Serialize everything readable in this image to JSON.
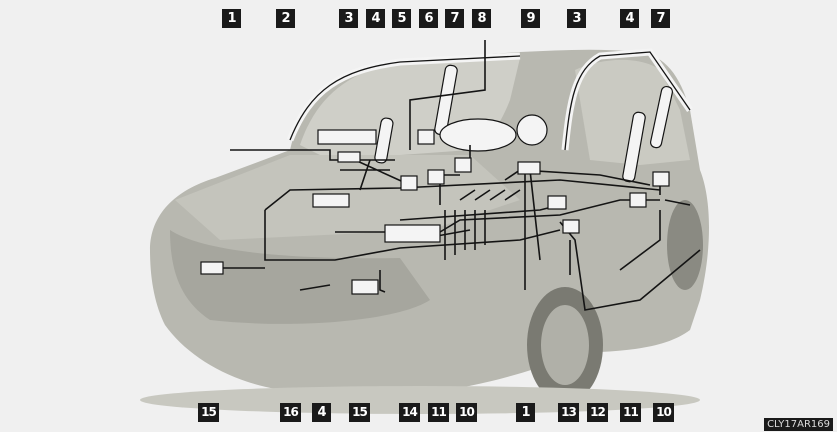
{
  "diagram": {
    "colors": {
      "car_body": "#b8b8b0",
      "car_shadow": "#8e8e86",
      "background": "#f0f0f0",
      "wiring": "#141414",
      "component": "#f4f4f4"
    },
    "callouts": {
      "top": [
        "1",
        "2",
        "3",
        "4",
        "5",
        "6",
        "7",
        "8",
        "9",
        "3",
        "4",
        "7"
      ],
      "bottom": [
        "15",
        "16",
        "4",
        "15",
        "14",
        "11",
        "10",
        "1",
        "13",
        "12",
        "11",
        "10"
      ]
    },
    "image_code": "CLY17AR169"
  }
}
